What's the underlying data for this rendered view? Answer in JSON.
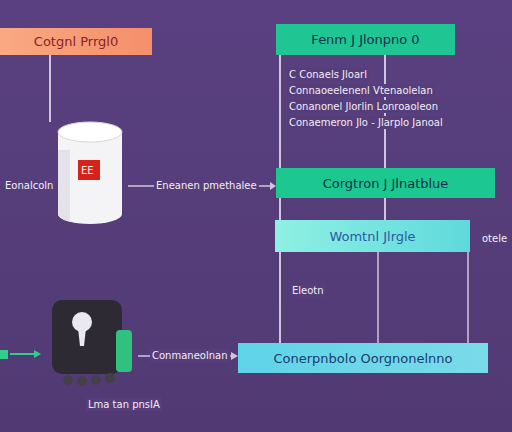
{
  "diagram": {
    "nodes": [
      {
        "text": [
          "Cotgnl Prrgl0"
        ]
      },
      {
        "text": [
          "Fenm J Jlonpno 0"
        ]
      },
      {
        "text": [
          "Corgtron J Jlnatblue"
        ]
      },
      {
        "text": [
          "Womtnl Jlrgle"
        ]
      },
      {
        "text": [
          "Conerpnbolo Oorgnonelnno"
        ]
      }
    ],
    "edges": [
      {
        "from": 1,
        "to": 4,
        "arrow": "none"
      },
      {
        "from": 1,
        "to": 2,
        "arrow": "none"
      },
      {
        "from": 2,
        "to": 3,
        "arrow": "none"
      }
    ],
    "labels": [
      "C Conaels Jloarl",
      "Connaoeelenenl Vtenaolelan",
      "Conanonel Jlorlin Lonroaoleon",
      "Conaemeron Jlo - Jlarplo Janoal",
      "Eonalcoln",
      "Eneanen pmethalee",
      "EE",
      "otele",
      "Eleotn",
      "Conmaneolnan",
      "Lma tan pnsIA"
    ]
  }
}
